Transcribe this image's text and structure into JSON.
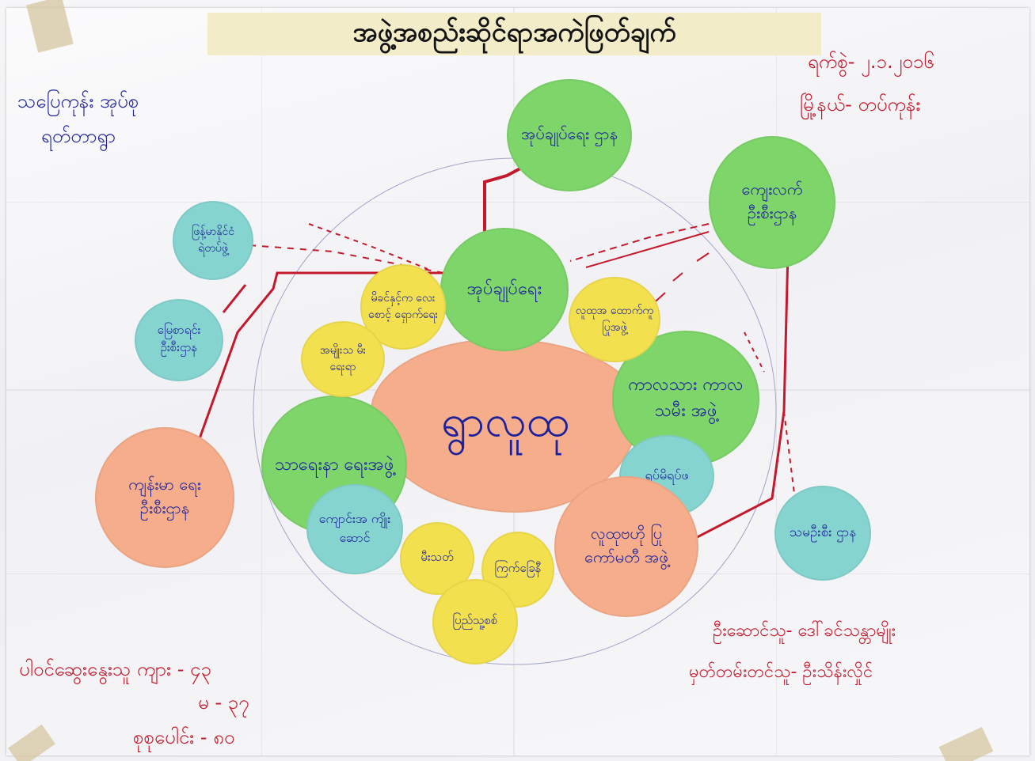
{
  "poster": {
    "title": "အဖွဲ့အစည်းဆိုင်ရာအကဲဖြတ်ချက်",
    "date": "ရက်စွဲ- ၂.၁.၂၀၁၆",
    "township": "မြို့နယ်- တပ်ကုန်း",
    "village": "သပြေကုန်း အုပ်စု",
    "village_sub": "ရတ်တာရွာ",
    "participants_line": "ပါဝင်ဆွေးနွေးသူ ကျား - ၄၃",
    "female_line": "မ - ၃၇",
    "total_line": "စုစုပေါင်း - ၈၀",
    "facilitator": "ဦးဆောင်သူ- ဒေါ်ခင်သန္တာမျိုး",
    "recorder": "မှတ်တမ်းတင်သူ- ဦးသိန်းလှိုင်"
  },
  "nodes": {
    "center": "ရွာလူထု",
    "admin": "အုပ်ချုပ်ရေး",
    "admin_dept": "အုပ်ချုပ်ရေး ဌာန",
    "agri": "ကျေးလက် ဦးစီးဌာန",
    "land_records": "မြေစာရင်း ဦးစီးဌာန",
    "welfare": "ဖြန့်မာနိုင်ငံ ရဲတပ်ဖွဲ့",
    "health": "ကျန်းမာ ရေးဦးစီးဌာန",
    "maternal": "မိခင်နှင့်က လေးစောင့် ရှောက်ရေး",
    "women": "အမျိုးသ မီးရေးရာ",
    "religion": "သာရေးနာ ရေးအဖွဲ့",
    "school": "ကျောင်းအ ကျိုးဆောင်",
    "fire": "မီးသတ်",
    "red_cross": "ကြက်ခြေနီ",
    "cooperative": "ပြည်သူ့စစ်",
    "youth": "လူထုအ ထောက်ကူ ပြုအဖွဲ့",
    "elders": "ကာလသား ကာလသမီး အဖွဲ့",
    "monks": "ရပ်မိရပ်ဖ",
    "social": "လူထုဗဟို ပြုကော်မတီ အဖွဲ့",
    "coop_dept": "သမဦးစီး ဌာန"
  },
  "colors": {
    "blue_ink": "#23269a",
    "red_ink": "#c4192c",
    "green": "#7ed56a",
    "teal": "#86d4d0",
    "yellow": "#f3e04e",
    "peach": "#f6ad8b"
  }
}
